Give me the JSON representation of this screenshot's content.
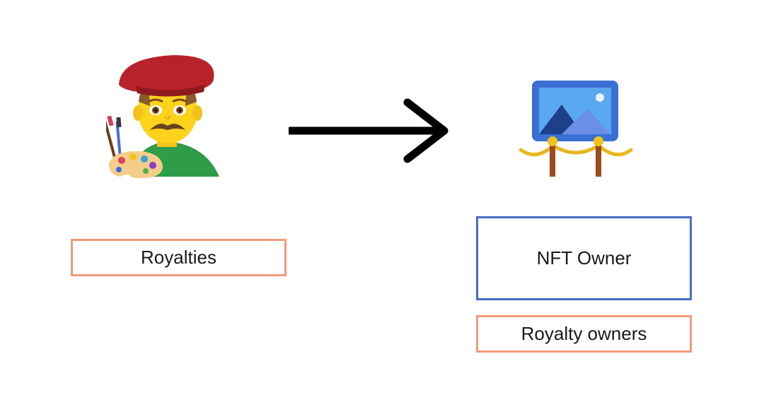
{
  "labels": {
    "royalties": "Royalties",
    "nft_owner": "NFT Owner",
    "royalty_owners": "Royalty owners"
  },
  "icons": {
    "artist": "man-artist-icon",
    "arrow": "right-arrow-icon",
    "artwork": "framed-picture-icon"
  },
  "colors": {
    "orange_border": "#f2997a",
    "blue_border": "#4a6bc8",
    "arrow": "#000000"
  }
}
